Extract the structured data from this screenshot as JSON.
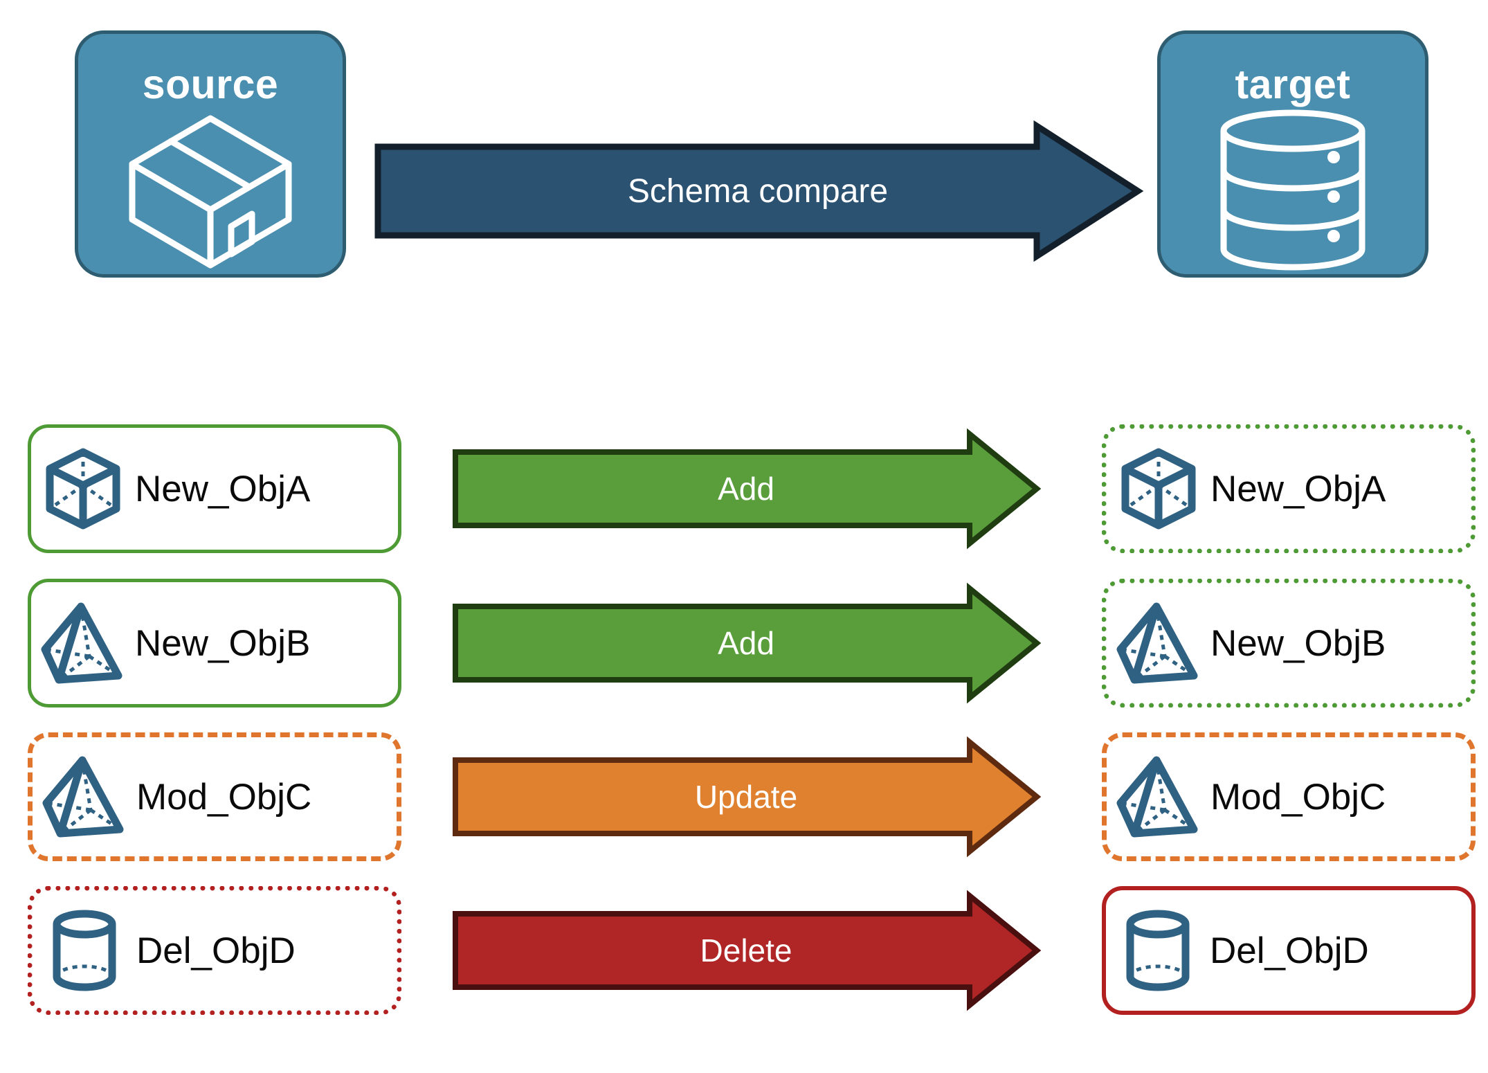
{
  "colors": {
    "endpoint_fill": "#4a8fb0",
    "endpoint_stroke": "#2e5c70",
    "schema_arrow_fill": "#2c5272",
    "schema_arrow_stroke": "#13202b",
    "add_fill": "#5a9e3c",
    "add_stroke": "#203d12",
    "update_fill": "#e0812f",
    "update_stroke": "#5e2a10",
    "delete_fill": "#b02626",
    "delete_stroke": "#4a0f0f",
    "object_icon": "#2f6183",
    "label_text": "#0a0a0a",
    "green_border": "#4e9a35",
    "orange_border": "#e0762d",
    "red_border": "#b32020"
  },
  "endpoints": {
    "source": {
      "caption": "source",
      "icon": "package-box-icon"
    },
    "target": {
      "caption": "target",
      "icon": "database-cylinder-icon"
    }
  },
  "schema_arrow": {
    "label": "Schema compare",
    "icon": "right-arrow-icon"
  },
  "rows": [
    {
      "source": {
        "label": "New_ObjA",
        "icon": "wireframe-cube-icon",
        "border_style": "solid",
        "border_color": "#4e9a35"
      },
      "action": {
        "label": "Add",
        "fill": "#5a9e3c",
        "stroke": "#203d12"
      },
      "target": {
        "label": "New_ObjA",
        "icon": "wireframe-cube-icon",
        "border_style": "dotted",
        "border_color": "#4e9a35"
      }
    },
    {
      "source": {
        "label": "New_ObjB",
        "icon": "wireframe-pyramid-icon",
        "border_style": "solid",
        "border_color": "#4e9a35"
      },
      "action": {
        "label": "Add",
        "fill": "#5a9e3c",
        "stroke": "#203d12"
      },
      "target": {
        "label": "New_ObjB",
        "icon": "wireframe-pyramid-icon",
        "border_style": "dotted",
        "border_color": "#4e9a35"
      }
    },
    {
      "source": {
        "label": "Mod_ObjC",
        "icon": "wireframe-pyramid-icon",
        "border_style": "dashed",
        "border_color": "#e0762d"
      },
      "action": {
        "label": "Update",
        "fill": "#e0812f",
        "stroke": "#5e2a10"
      },
      "target": {
        "label": "Mod_ObjC",
        "icon": "wireframe-pyramid-icon",
        "border_style": "dashed",
        "border_color": "#e0762d"
      }
    },
    {
      "source": {
        "label": "Del_ObjD",
        "icon": "wireframe-cylinder-icon",
        "border_style": "dotted",
        "border_color": "#b32020"
      },
      "action": {
        "label": "Delete",
        "fill": "#b02626",
        "stroke": "#4a0f0f"
      },
      "target": {
        "label": "Del_ObjD",
        "icon": "wireframe-cylinder-icon",
        "border_style": "solid",
        "border_color": "#b32020"
      }
    }
  ]
}
